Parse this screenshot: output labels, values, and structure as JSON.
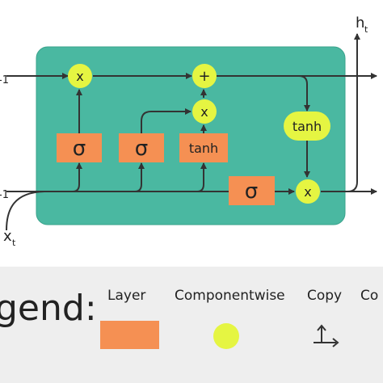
{
  "colors": {
    "cell": "#4ab8a1",
    "cell_border": "#3aa38c",
    "layer": "#f59053",
    "op": "#e5f542",
    "line": "#333333",
    "legend_bg": "#eeeeee"
  },
  "inputs": {
    "c_prev": "-1",
    "h_prev": "-1",
    "x": "x",
    "x_sub": "t"
  },
  "outputs": {
    "h_top": "h",
    "h_top_sub": "t"
  },
  "nodes": {
    "mult_forget": "x",
    "add": "+",
    "mult_input": "x",
    "tanh_out": "tanh",
    "mult_output": "x",
    "sigma_forget": "σ",
    "sigma_input": "σ",
    "tanh_candidate": "tanh",
    "sigma_output": "σ"
  },
  "legend": {
    "title": "gend:",
    "layer": "Layer",
    "componentwise": "Componentwise",
    "copy": "Copy",
    "next": "Co"
  }
}
